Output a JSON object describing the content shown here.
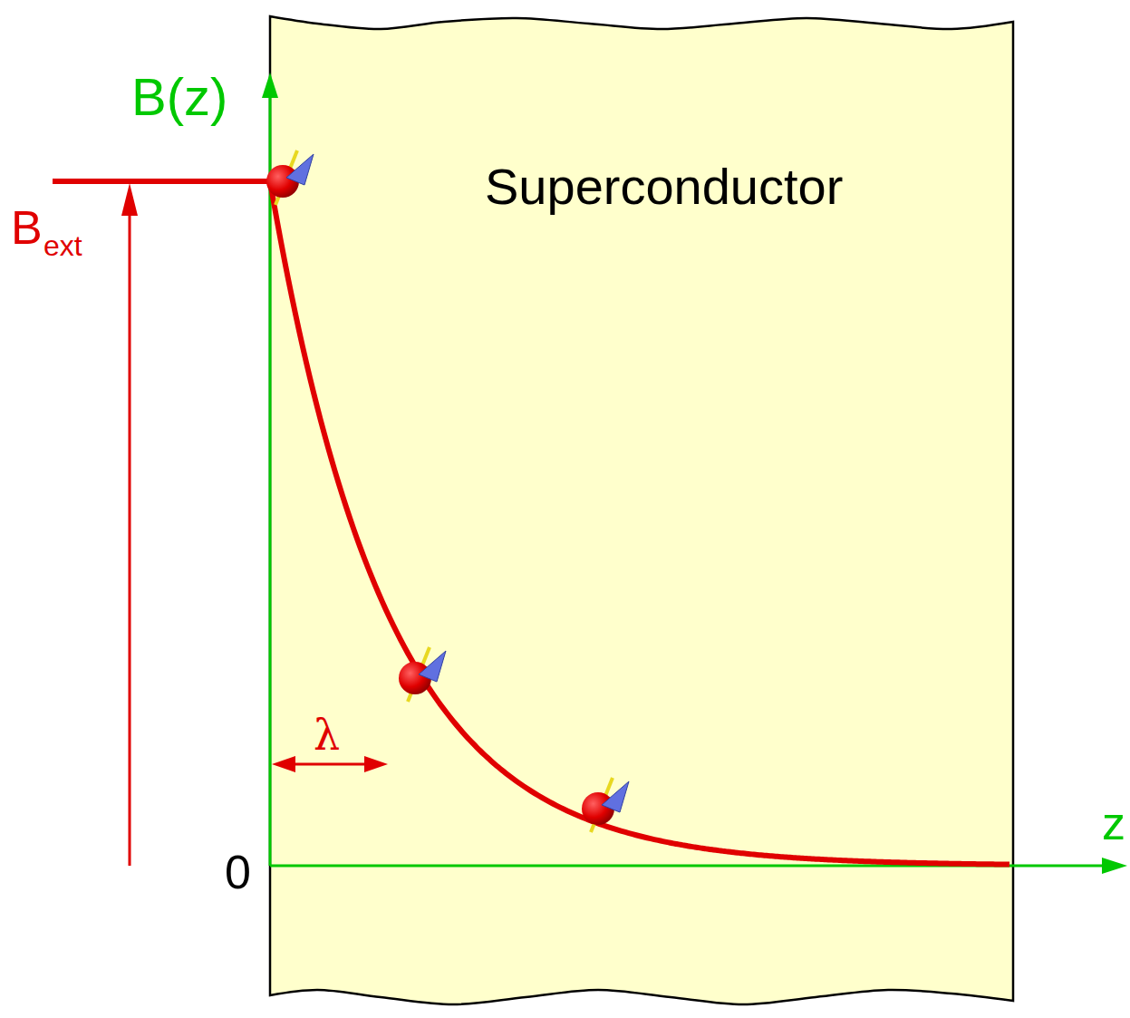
{
  "diagram": {
    "nodes": [
      {
        "text": [
          "Superconductor"
        ]
      }
    ],
    "labels": [
      "B(z)",
      "B",
      "ext",
      "λ",
      "0",
      "z"
    ]
  }
}
